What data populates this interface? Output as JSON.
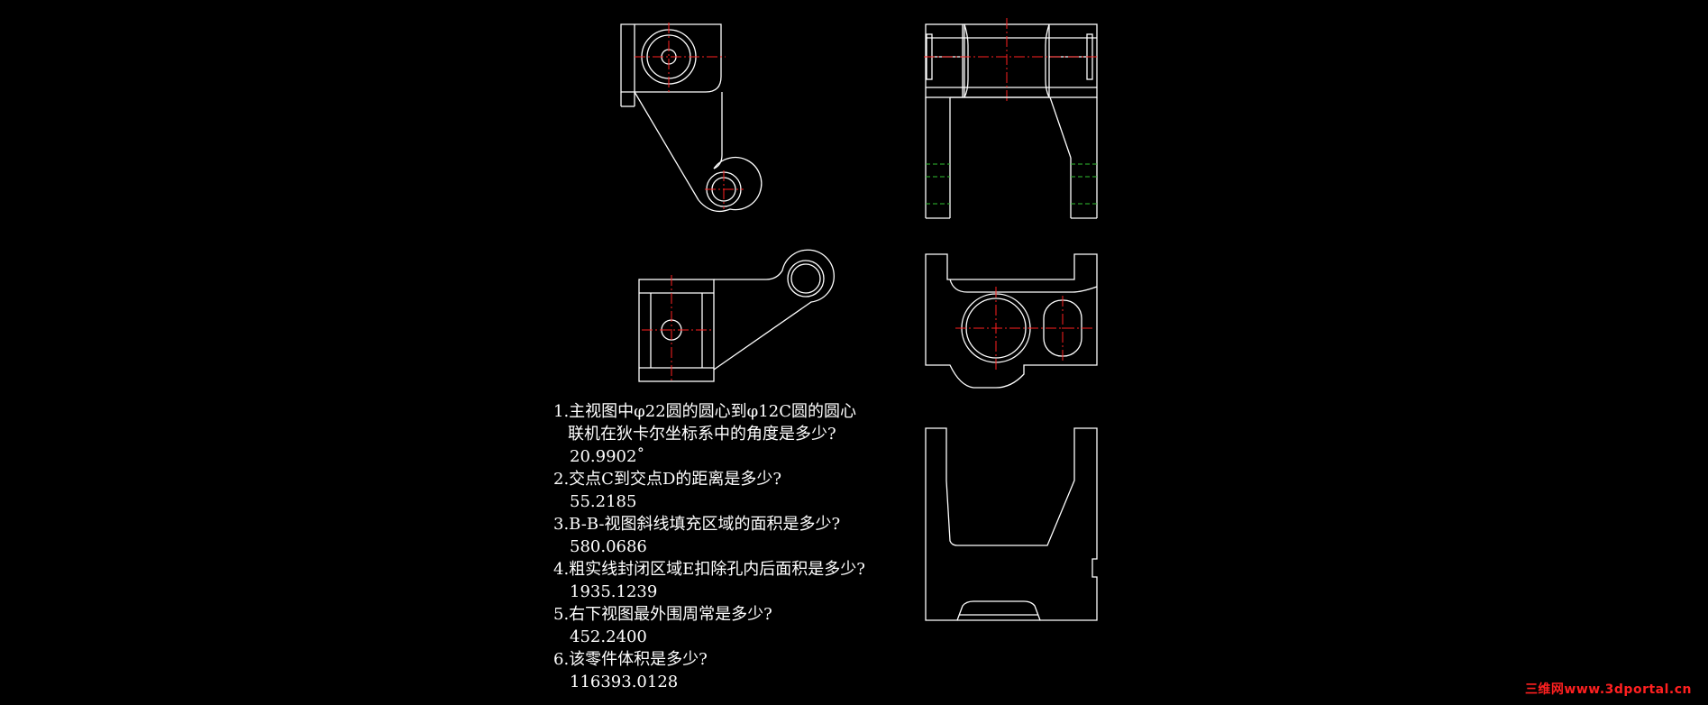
{
  "questions": [
    {
      "lines": [
        "1.主视图中φ22圆的圆心到φ12C圆的圆心",
        "联机在狄卡尔坐标系中的角度是多少?"
      ],
      "answer": "20.9902˚"
    },
    {
      "lines": [
        "2.交点C到交点D的距离是多少?"
      ],
      "answer": "55.2185"
    },
    {
      "lines": [
        "3.B-B-视图斜线填充区域的面积是多少?"
      ],
      "answer": "580.0686"
    },
    {
      "lines": [
        "4.粗实线封闭区域E扣除孔内后面积是多少?"
      ],
      "answer": "1935.1239"
    },
    {
      "lines": [
        "5.右下视图最外围周常是多少?"
      ],
      "answer": "452.2400"
    },
    {
      "lines": [
        "6.该零件体积是多少?"
      ],
      "answer": "116393.0128"
    }
  ],
  "watermark": "三维网www.3dportal.cn",
  "colors": {
    "background": "#000000",
    "outline": "#ffffff",
    "centerline": "#ff2020",
    "hidden_line": "#2fbf2f",
    "watermark": "#ff2020"
  }
}
